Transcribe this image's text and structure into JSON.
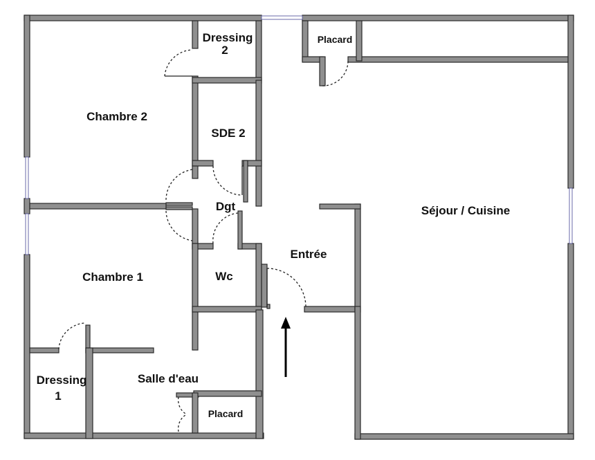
{
  "floorplan": {
    "rooms": [
      {
        "id": "chambre-2",
        "label": "Chambre 2"
      },
      {
        "id": "dressing-2",
        "label_lines": [
          "Dressing",
          "2"
        ]
      },
      {
        "id": "sde-2",
        "label": "SDE 2"
      },
      {
        "id": "dgt",
        "label": "Dgt"
      },
      {
        "id": "chambre-1",
        "label": "Chambre 1"
      },
      {
        "id": "wc",
        "label": "Wc"
      },
      {
        "id": "entree",
        "label": "Entrée"
      },
      {
        "id": "placard-top",
        "label": "Placard"
      },
      {
        "id": "sejour-cuisine",
        "label": "Séjour / Cuisine"
      },
      {
        "id": "dressing-1",
        "label_lines": [
          "Dressing",
          "1"
        ]
      },
      {
        "id": "salle-deau",
        "label": "Salle d'eau"
      },
      {
        "id": "placard-bottom",
        "label": "Placard"
      }
    ],
    "entrance_marker": "entrance-arrow-icon",
    "colors": {
      "wall_fill": "#8f8f8f",
      "wall_stroke": "#2a2a2a",
      "window": "#6a6aa8",
      "background": "#ffffff",
      "text": "#111111"
    }
  }
}
